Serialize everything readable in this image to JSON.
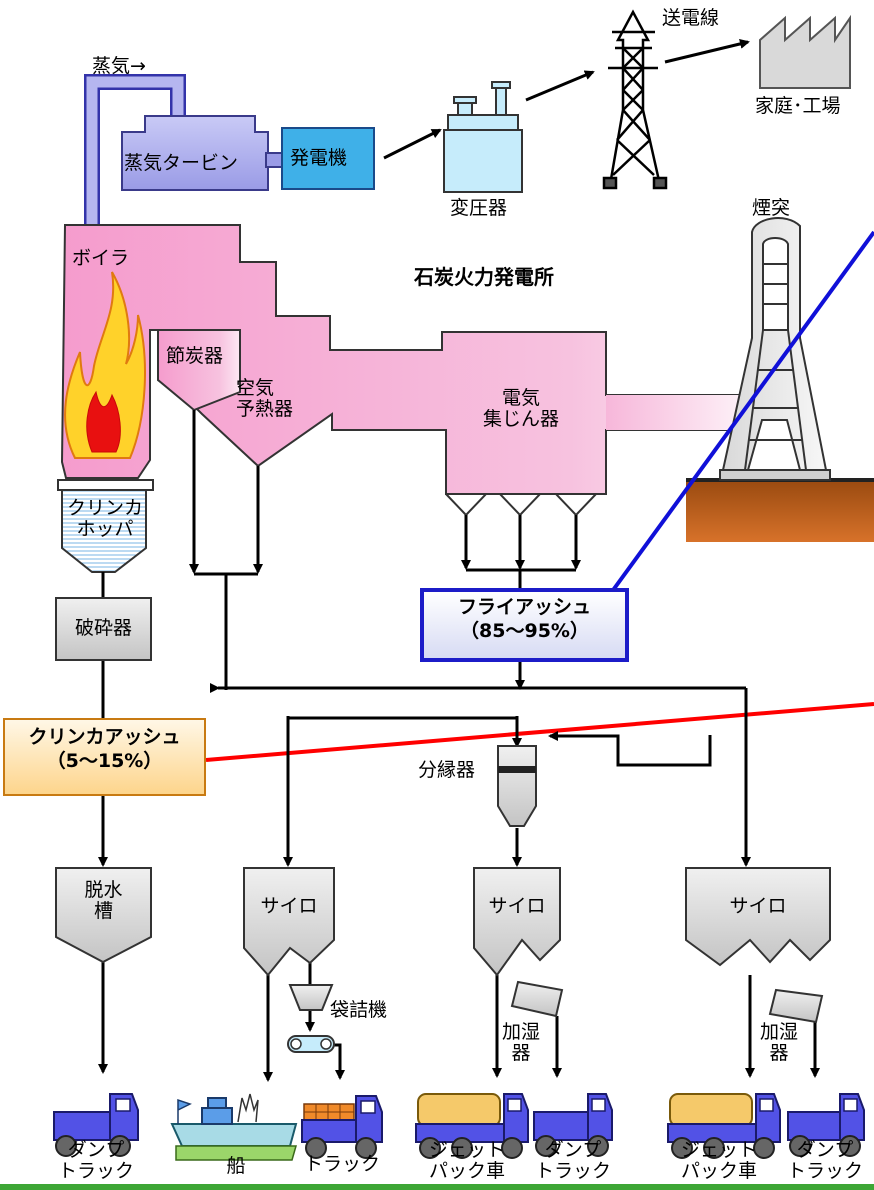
{
  "title": "石炭火力発電所",
  "labels": {
    "steam_arrow": "蒸気→",
    "steam_turbine": "蒸気タービン",
    "generator": "発電機",
    "transformer": "変圧器",
    "power_line": "送電線",
    "home_factory": "家庭･工場",
    "chimney": "煙突",
    "boiler": "ボイラ",
    "economizer": "節炭器",
    "air_preheater": "空気\n予熱器",
    "esp": "電気\n集じん器",
    "clinker_hopper": "クリンカ\nホッパ",
    "crusher": "破砕器",
    "classifier": "分縁器",
    "dewatering_tank": "脱水\n槽",
    "silo_1": "サイロ",
    "silo_2": "サイロ",
    "silo_3": "サイロ",
    "bagging_machine": "袋詰機",
    "humidifier_1": "加湿\n器",
    "humidifier_2": "加湿\n器"
  },
  "fly_ash": {
    "name": "フライアッシュ",
    "ratio": "（85～95%）"
  },
  "clinker_ash": {
    "name": "クリンカアッシュ",
    "ratio": "（5～15%）"
  },
  "vehicles": {
    "dump_truck_1": "ダンプ\nトラック",
    "ship": "船",
    "truck": "トラック",
    "jet_pack_1": "ジェット\nパック車",
    "dump_truck_2": "ダンプ\nトラック",
    "jet_pack_2": "ジェット\nパック車",
    "dump_truck_3": "ダンプ\nトラック"
  },
  "colors": {
    "boiler_pink": "#f7a6d2",
    "turbine_blue": "#b5b6f0",
    "generator_cyan": "#3fb0e8",
    "transformer_lightblue": "#c6ecfb",
    "fly_ash_border": "#1c1cc8",
    "clinker_border": "#c87a12",
    "red_line": "#ff0000",
    "blue_line": "#1010d8",
    "truck_blue": "#5252e6",
    "ground_brown": "#b35a14",
    "bottom_bar_green": "#3da635"
  }
}
